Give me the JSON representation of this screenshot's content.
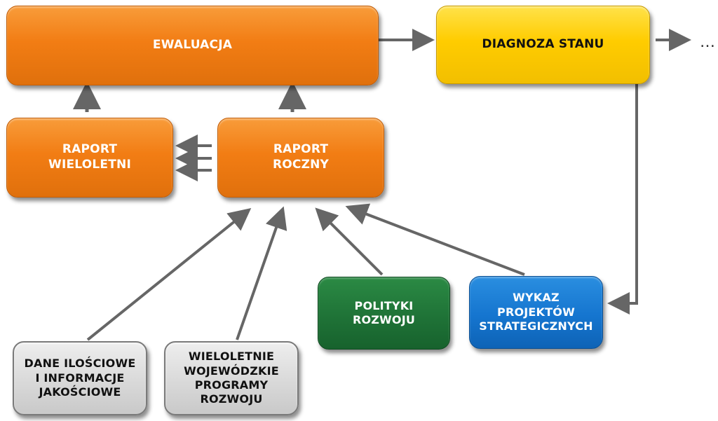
{
  "nodes": {
    "ewaluacja": "EWALUACJA",
    "diagnoza": "DIAGNOZA STANU",
    "raport_wieloletni": [
      "RAPORT",
      "WIELOLETNI"
    ],
    "raport_roczny": [
      "RAPORT",
      "ROCZNY"
    ],
    "polityki": [
      "POLITYKI",
      "ROZWOJU"
    ],
    "wykaz": [
      "WYKAZ",
      "PROJEKTÓW",
      "STRATEGICZNYCH"
    ],
    "dane": [
      "DANE ILOŚCIOWE",
      "I INFORMACJE",
      "JAKOŚCIOWE"
    ],
    "programy": [
      "WIELOLETNIE",
      "WOJEWÓDZKIE",
      "PROGRAMY",
      "ROZWOJU"
    ]
  },
  "continuation": "…",
  "colors": {
    "orange": "#f27d14",
    "yellow": "#ffcc00",
    "green": "#1f7337",
    "blue": "#1575cf",
    "grey": "#d9d9d9",
    "arrow": "#666666"
  }
}
